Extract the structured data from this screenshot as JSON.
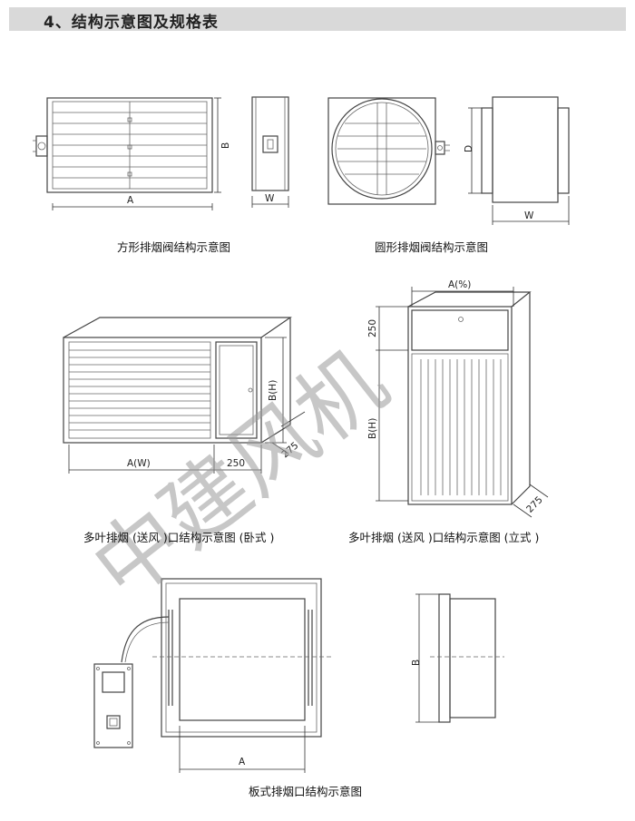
{
  "header": {
    "title": "4、结构示意图及规格表"
  },
  "captions": {
    "square_damper": "方形排烟阀结构示意图",
    "round_damper": "圆形排烟阀结构示意图",
    "multi_blade_horizontal": "多叶排烟 (送风 )口结构示意图 (卧式 )",
    "multi_blade_vertical": "多叶排烟 (送风 )口结构示意图 (立式 )",
    "plate_outlet": "板式排烟口结构示意图"
  },
  "dimensions": {
    "square_front_width": "A",
    "square_front_height": "B",
    "square_side_width": "W",
    "round_side_diameter": "D",
    "round_side_width": "W",
    "horizontal_width": "A(W)",
    "horizontal_height": "B(H)",
    "horizontal_box": "250",
    "horizontal_depth": "275",
    "vertical_width": "A(%)",
    "vertical_top": "250",
    "vertical_height": "B(H)",
    "vertical_depth": "275",
    "plate_width": "A",
    "plate_height": "B"
  },
  "watermark": {
    "text": "中建风机"
  }
}
